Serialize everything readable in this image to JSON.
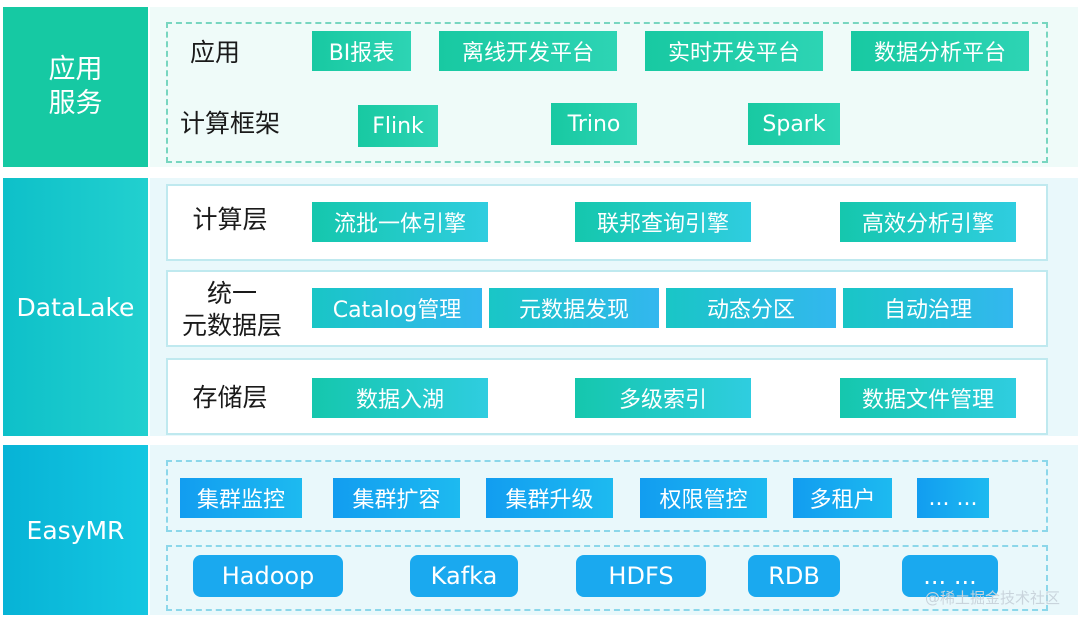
{
  "layers": {
    "app": {
      "title": "应用\n服务"
    },
    "datalake": {
      "title": "DataLake"
    },
    "easymr": {
      "title": "EasyMR"
    }
  },
  "app_layer": {
    "app_row": {
      "label": "应用",
      "items": [
        "BI报表",
        "离线开发平台",
        "实时开发平台",
        "数据分析平台"
      ]
    },
    "compute_row": {
      "label": "计算框架",
      "items": [
        "Flink",
        "Trino",
        "Spark"
      ]
    }
  },
  "datalake_layer": {
    "compute": {
      "label": "计算层",
      "items": [
        "流批一体引擎",
        "联邦查询引擎",
        "高效分析引擎"
      ]
    },
    "metadata": {
      "label": "统一\n元数据层",
      "items": [
        "Catalog管理",
        "元数据发现",
        "动态分区",
        "自动治理"
      ]
    },
    "storage": {
      "label": "存储层",
      "items": [
        "数据入湖",
        "多级索引",
        "数据文件管理"
      ]
    }
  },
  "easymr_layer": {
    "ops_row": {
      "items": [
        "集群监控",
        "集群扩容",
        "集群升级",
        "权限管控",
        "多租户",
        "... ..."
      ]
    },
    "engine_row": {
      "items": [
        "Hadoop",
        "Kafka",
        "HDFS",
        "RDB",
        "... ..."
      ]
    }
  },
  "watermark": "@稀土掘金技术社区",
  "colors": {
    "app_green": "#16c9a3",
    "datalake_teal": "#0ec0c9",
    "easymr_blue": "#07b3d6",
    "chip_blue": "#1aa9ef"
  }
}
